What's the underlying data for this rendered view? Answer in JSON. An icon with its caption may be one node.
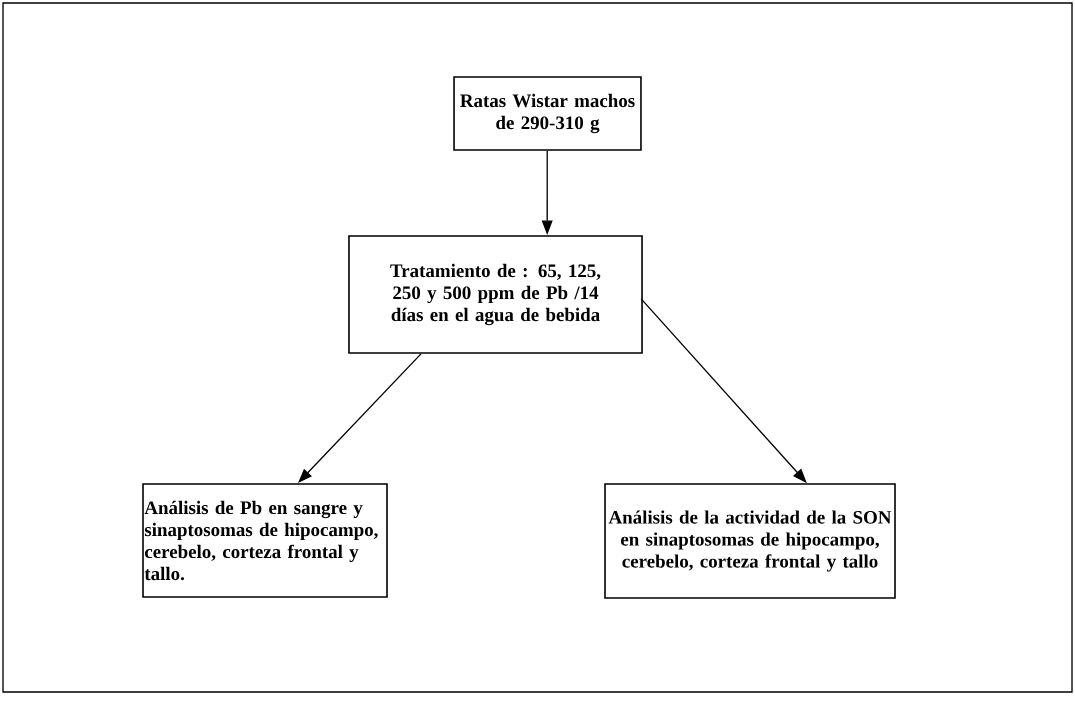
{
  "diagram": {
    "nodes": [
      {
        "text": [
          "Ratas Wistar machos de 290-310 g"
        ]
      },
      {
        "text": [
          "Tratamiento de : 65, 125, 250 y 500 ppm de Pb /14 días en el agua de bebida"
        ]
      },
      {
        "text": [
          "Análisis de Pb en sangre y sinaptosomas de hipocampo, cerebelo, corteza frontal y tallo."
        ]
      },
      {
        "text": [
          "Análisis de la actividad de la SON en sinaptosomas de hipocampo, cerebelo, corteza frontal y tallo"
        ]
      }
    ],
    "edges": [
      {
        "from": 0,
        "to": 1,
        "arrow": "to"
      },
      {
        "from": 1,
        "to": 2,
        "arrow": "to"
      },
      {
        "from": 1,
        "to": 3,
        "arrow": "to"
      }
    ]
  }
}
